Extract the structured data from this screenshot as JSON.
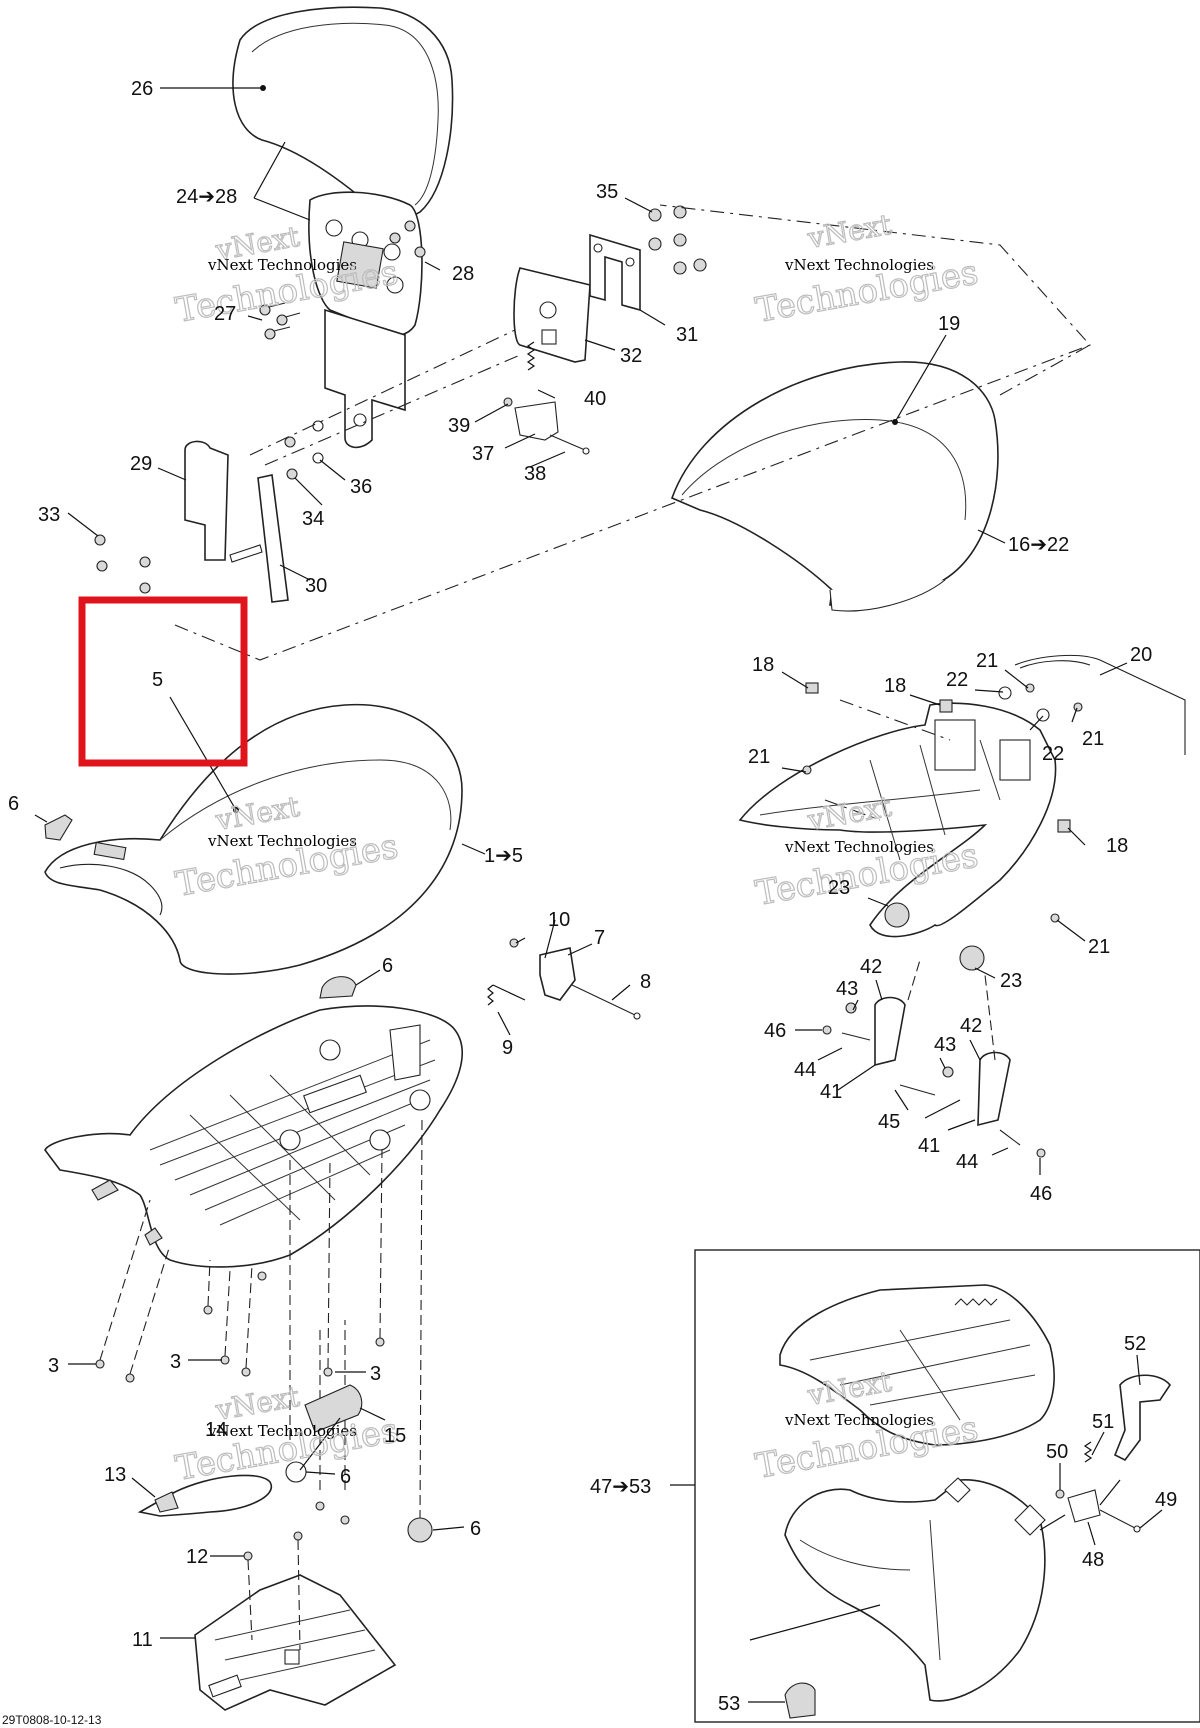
{
  "diagram": {
    "reference_code": "29T0808-10-12-13",
    "watermark": {
      "line1": "vNext",
      "line2": "vNext Technologies",
      "line3": "Technologies"
    },
    "labels": {
      "l26": "26",
      "l24_28": "24➔28",
      "l28": "28",
      "l27": "27",
      "l35": "35",
      "l31": "31",
      "l32": "32",
      "l40": "40",
      "l39": "39",
      "l37": "37",
      "l38": "38",
      "l19": "19",
      "l29": "29",
      "l33": "33",
      "l34": "34",
      "l36": "36",
      "l30": "30",
      "l16_22": "16➔22",
      "l5": "5",
      "l6a": "6",
      "l1_5": "1➔5",
      "l18a": "18",
      "l18b": "18",
      "l22a": "22",
      "l21a": "21",
      "l20": "20",
      "l21b": "21",
      "l22b": "22",
      "l21c": "21",
      "l18c": "18",
      "l23a": "23",
      "l21d": "21",
      "l23b": "23",
      "l10": "10",
      "l7": "7",
      "l6b": "6",
      "l8": "8",
      "l9": "9",
      "l42a": "42",
      "l43a": "43",
      "l46a": "46",
      "l44a": "44",
      "l41a": "41",
      "l43b": "43",
      "l42b": "42",
      "l45": "45",
      "l41b": "41",
      "l44b": "44",
      "l46b": "46",
      "l3a": "3",
      "l3b": "3",
      "l3c": "3",
      "l14": "14",
      "l15": "15",
      "l6c": "6",
      "l13": "13",
      "l6d": "6",
      "l12": "12",
      "l11": "11",
      "l52": "52",
      "l51": "51",
      "l50": "50",
      "l49": "49",
      "l47_53": "47➔53",
      "l48": "48",
      "l53": "53"
    },
    "highlight": {
      "label_ref": "5",
      "color": "#e0141c"
    },
    "colors": {
      "line": "#222222",
      "highlight": "#e0141c",
      "watermark_ghost": "#bdbdbd"
    }
  }
}
